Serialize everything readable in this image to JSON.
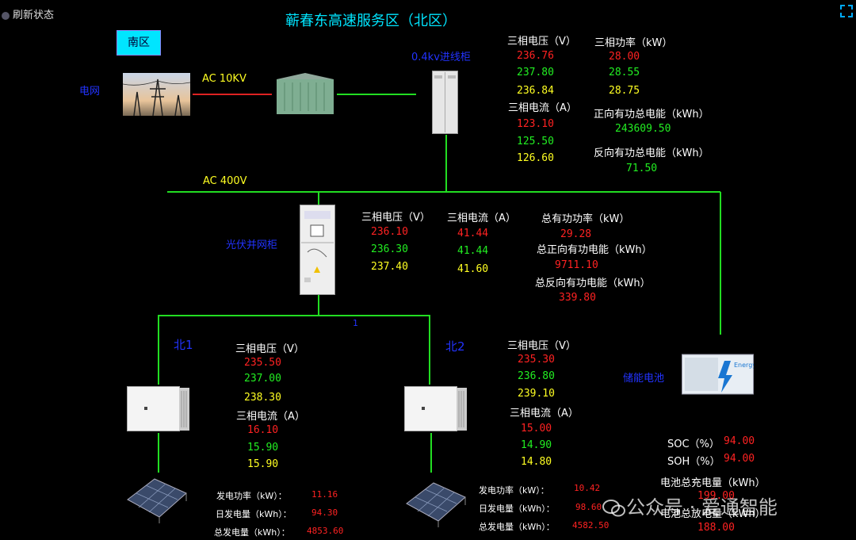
{
  "header": {
    "refresh_label": "刷新状态",
    "title": "蕲春东高速服务区（北区）",
    "tab_south": "南区",
    "accent": "#00e5ff"
  },
  "grid": {
    "label": "电网",
    "ac10kv": "AC 10KV"
  },
  "cabinet_04kv": {
    "label": "0.4kv进线柜"
  },
  "panel_top": {
    "v_title": "三相电压（V）",
    "v": [
      "236.76",
      "237.80",
      "236.84"
    ],
    "i_title": "三相电流（A）",
    "i": [
      "123.10",
      "125.50",
      "126.60"
    ],
    "p_title": "三相功率（kW）",
    "p": [
      "28.00",
      "28.55",
      "28.75"
    ],
    "fwd_title": "正向有功总电能（kWh）",
    "fwd": "243609.50",
    "rev_title": "反向有功总电能（kWh）",
    "rev": "71.50"
  },
  "bus": {
    "ac400v": "AC 400V"
  },
  "pv_cabinet": {
    "label": "光伏并网柜",
    "v_title": "三相电压（V）",
    "v": [
      "236.10",
      "236.30",
      "237.40"
    ],
    "i_title": "三相电流（A）",
    "i": [
      "41.44",
      "41.44",
      "41.60"
    ],
    "p_title": "总有功功率（kW）",
    "p": "29.28",
    "fwd_title": "总正向有功电能（kWh）",
    "fwd": "9711.10",
    "rev_title": "总反向有功电能（kWh）",
    "rev": "339.80"
  },
  "bus_marker": "1",
  "north1": {
    "label": "北1",
    "v_title": "三相电压（V）",
    "v": [
      "235.50",
      "237.00",
      "238.30"
    ],
    "i_title": "三相电流（A）",
    "i": [
      "16.10",
      "15.90",
      "15.90"
    ],
    "gen_power_label": "发电功率（kW）：",
    "gen_power": "11.16",
    "day_label": "日发电量（kWh）：",
    "day": "94.30",
    "total_label": "总发电量（kWh）：",
    "total": "4853.60"
  },
  "north2": {
    "label": "北2",
    "v_title": "三相电压（V）",
    "v": [
      "235.30",
      "236.80",
      "239.10"
    ],
    "i_title": "三相电流（A）",
    "i": [
      "15.00",
      "14.90",
      "14.80"
    ],
    "gen_power_label": "发电功率（kW）：",
    "gen_power": "10.42",
    "day_label": "日发电量（kWh）：",
    "day": "98.60",
    "total_label": "总发电量（kWh）：",
    "total": "4582.50"
  },
  "storage": {
    "label": "储能电池",
    "brand": "Energy",
    "soc_label": "SOC（%）",
    "soc": "94.00",
    "soh_label": "SOH（%）",
    "soh": "94.00",
    "charge_title": "电池总充电量（kWh）",
    "charge": "199.00",
    "discharge_title": "电池总放电量（kWh）",
    "discharge": "188.00"
  },
  "watermark": "公众号 · 爱通智能"
}
